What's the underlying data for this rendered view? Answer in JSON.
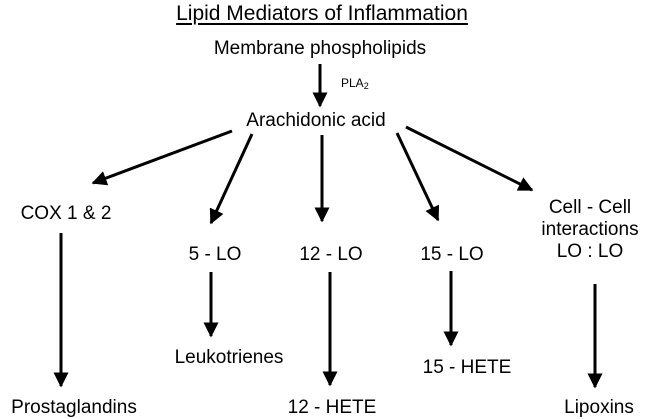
{
  "title": "Lipid Mediators of Inflammation",
  "source": "Membrane phospholipids",
  "enzyme_label": "PLA",
  "enzyme_subscript": "2",
  "hub": "Arachidonic acid",
  "branches": [
    {
      "enzyme": "COX 1 & 2",
      "product": "Prostaglandins"
    },
    {
      "enzyme": "5 - LO",
      "product": "Leukotrienes"
    },
    {
      "enzyme": "12 - LO",
      "product": "12 - HETE"
    },
    {
      "enzyme": "15 - LO",
      "product": "15 - HETE"
    },
    {
      "enzyme_lines": [
        "Cell - Cell",
        "interactions",
        "LO : LO"
      ],
      "product": "Lipoxins"
    }
  ],
  "colors": {
    "text": "#000000",
    "arrow": "#000000",
    "background": "#ffffff"
  }
}
